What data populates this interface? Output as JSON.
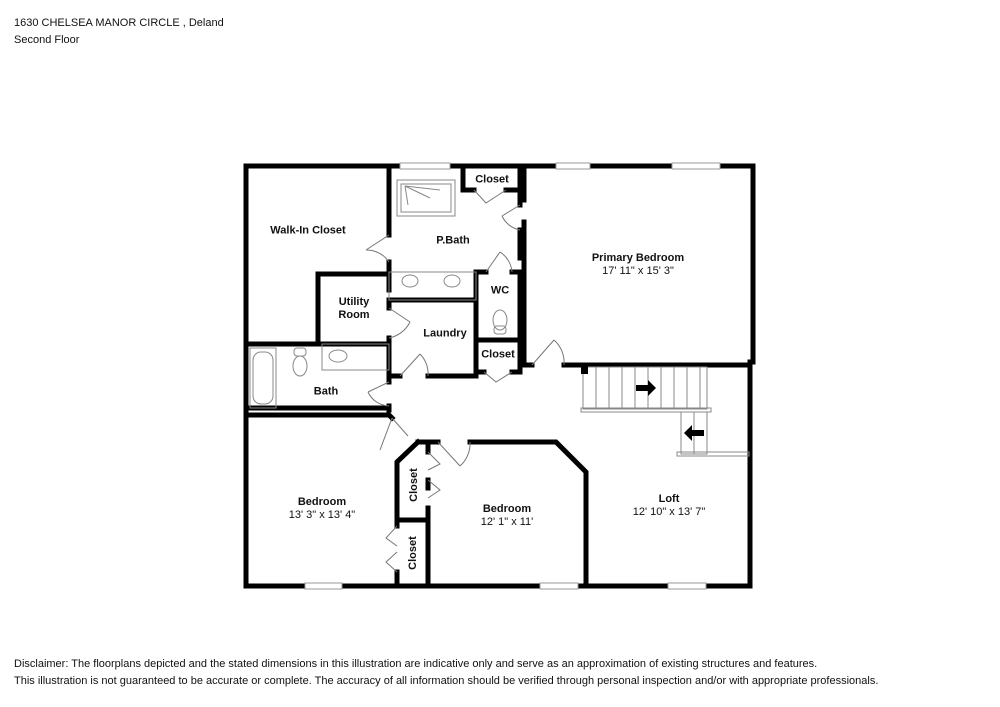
{
  "header": {
    "address": "1630 CHELSEA MANOR CIRCLE , Deland",
    "floor": "Second Floor"
  },
  "rooms": {
    "walk_in_closet": {
      "name": "Walk-In Closet"
    },
    "p_bath": {
      "name": "P.Bath"
    },
    "closet_top": {
      "name": "Closet"
    },
    "primary_bedroom": {
      "name": "Primary Bedroom",
      "dims": "17' 11\" x 15' 3\""
    },
    "utility_room": {
      "name_line1": "Utility",
      "name_line2": "Room"
    },
    "laundry": {
      "name": "Laundry"
    },
    "wc": {
      "name": "WC"
    },
    "closet_mid": {
      "name": "Closet"
    },
    "bath": {
      "name": "Bath"
    },
    "bedroom_left": {
      "name": "Bedroom",
      "dims": "13' 3\" x 13' 4\""
    },
    "closet_vert_upper": {
      "name": "Closet"
    },
    "closet_vert_lower": {
      "name": "Closet"
    },
    "bedroom_mid": {
      "name": "Bedroom",
      "dims": "12' 1\" x 11'"
    },
    "loft": {
      "name": "Loft",
      "dims": "12' 10\" x 13' 7\""
    }
  },
  "disclaimer": {
    "line1": "Disclaimer: The floorplans depicted and the stated dimensions in this illustration are indicative only and serve as an approximation of existing structures and features.",
    "line2": "This illustration is not guaranteed to be accurate or complete. The accuracy of all information should be verified through personal inspection and/or with appropriate professionals."
  }
}
